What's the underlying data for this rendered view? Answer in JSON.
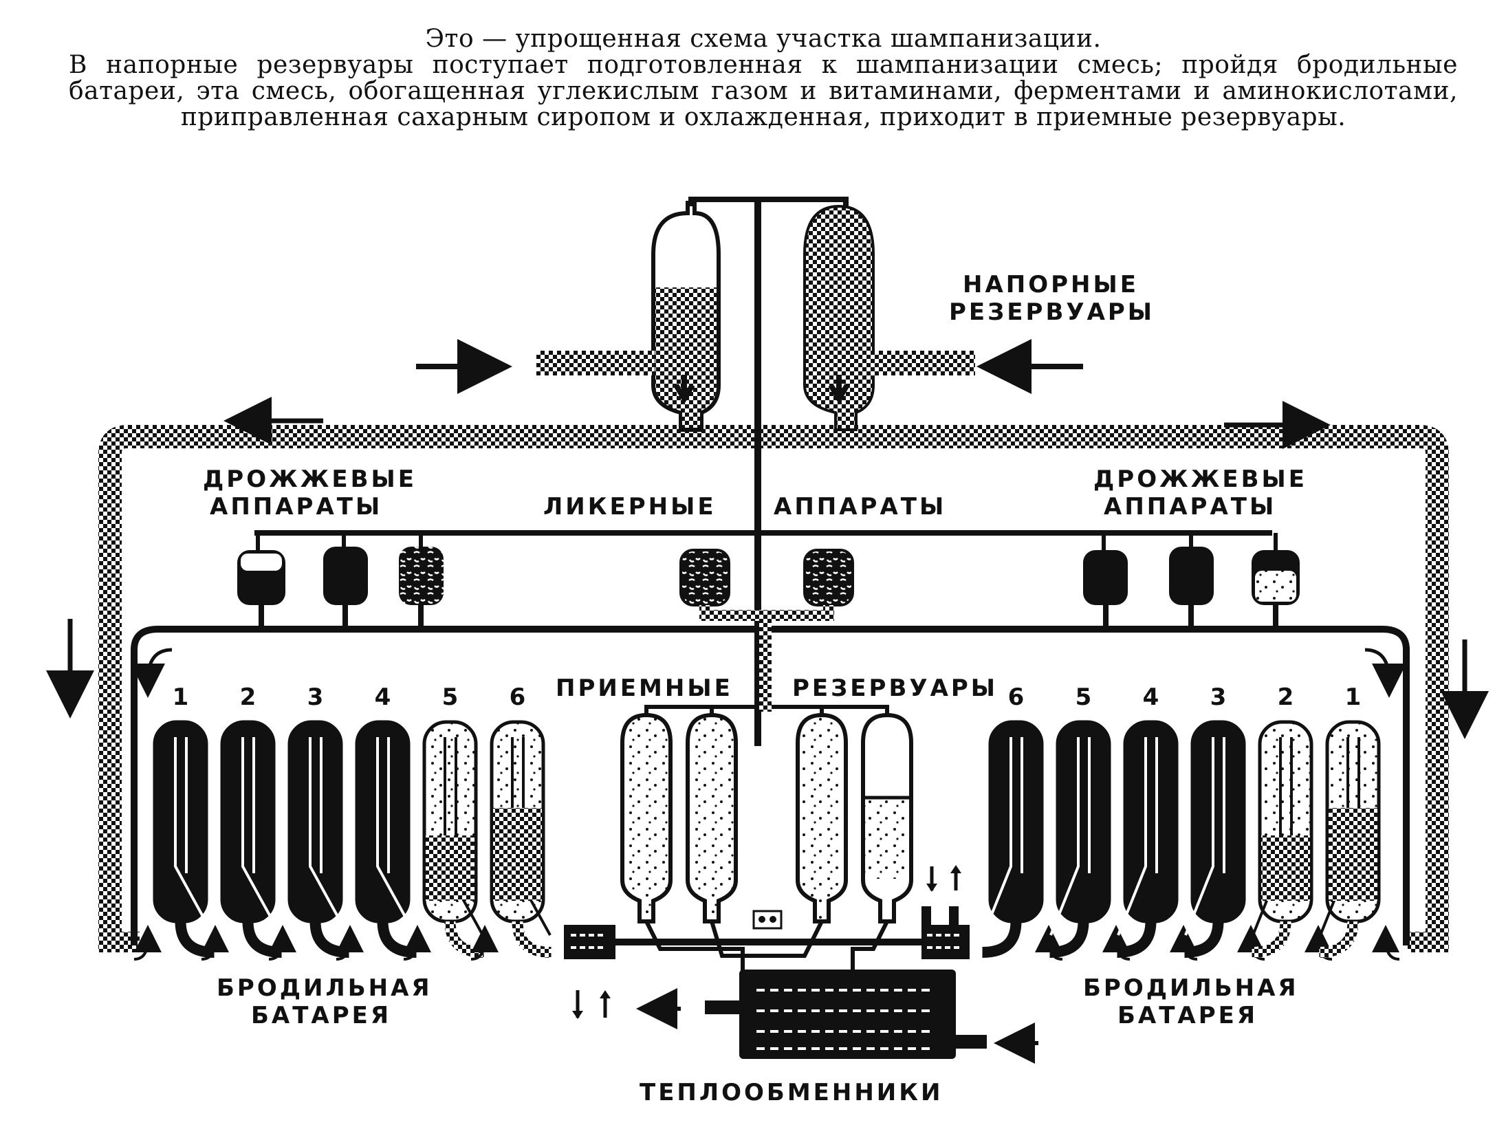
{
  "caption": {
    "title": "Это — упрощенная схема участка шампанизации.",
    "body": "В напорные резервуары поступает подготовленная к шампанизации смесь; пройдя бродильные батареи, эта смесь, обогащенная углекислым газом и витаминами, ферментами и аминокислотами, приправленная сахарным сиропом и охлажденная, приходит в приемные резервуары."
  },
  "labels": {
    "pressure_tanks_1": "НАПОРНЫЕ",
    "pressure_tanks_2": "РЕЗЕРВУАРЫ",
    "yeast_left_1": "ДРОЖЖЕВЫЕ",
    "yeast_left_2": "АППАРАТЫ",
    "liqueur_1": "ЛИКЕРНЫЕ",
    "liqueur_2": "АППАРАТЫ",
    "yeast_right_1": "ДРОЖЖЕВЫЕ",
    "yeast_right_2": "АППАРАТЫ",
    "receiving_1": "ПРИЕМНЫЕ",
    "receiving_2": "РЕЗЕРВУАРЫ",
    "battery_left_1": "БРОДИЛЬНАЯ",
    "battery_left_2": "БАТАРЕЯ",
    "battery_right_1": "БРОДИЛЬНАЯ",
    "battery_right_2": "БАТАРЕЯ",
    "heat_exchangers": "ТЕПЛООБМЕННИКИ"
  },
  "battery_numbers_left": [
    "1",
    "2",
    "3",
    "4",
    "5",
    "6"
  ],
  "battery_numbers_right": [
    "6",
    "5",
    "4",
    "3",
    "2",
    "1"
  ],
  "colors": {
    "ink": "#111111",
    "paper": "#ffffff"
  }
}
